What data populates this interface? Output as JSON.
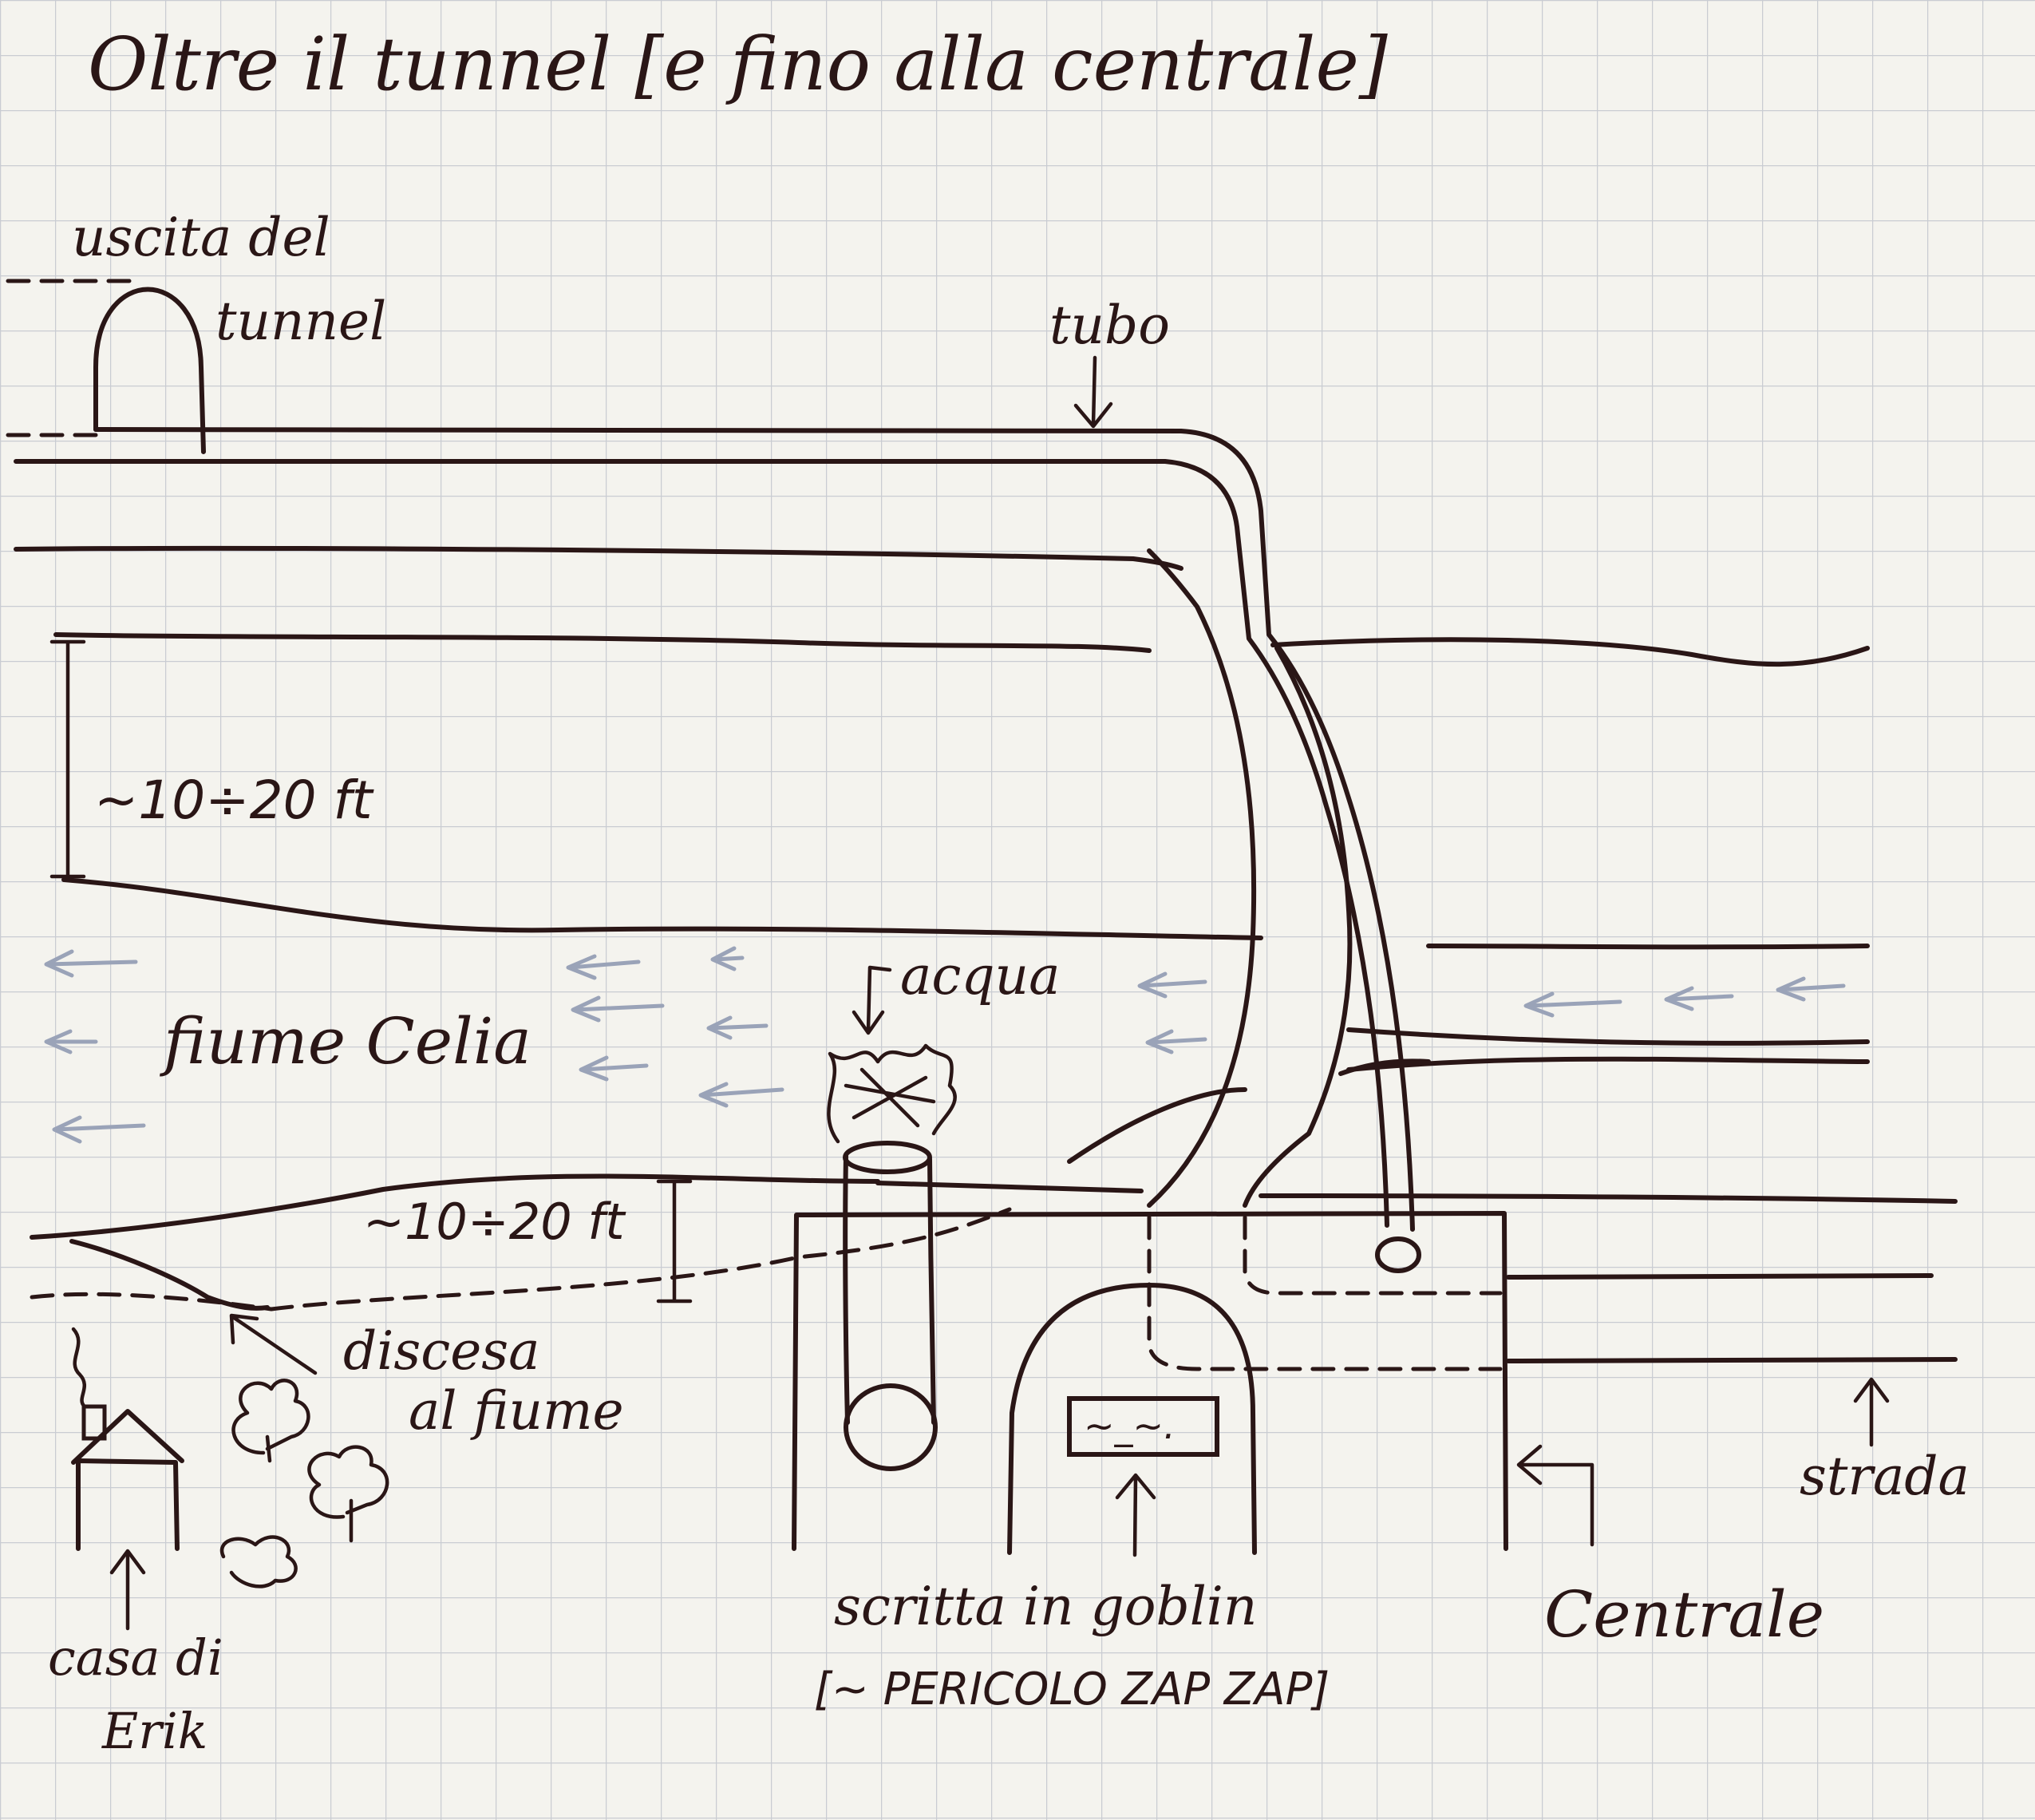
{
  "title": "Oltre il tunnel [e fino alla centrale]",
  "labels": {
    "tunnel_exit_line1": "uscita del",
    "tunnel_exit_line2": "tunnel",
    "pipe": "tubo",
    "depth_upper": "~10÷20 ft",
    "river": "fiume Celia",
    "water": "acqua",
    "depth_lower": "~10÷20 ft",
    "descent_line1": "discesa",
    "descent_line2": "al fiume",
    "house_line1": "casa di",
    "house_line2": "Erik",
    "sign_inner": "~_~.",
    "inscription_line1": "scritta in goblin",
    "inscription_line2": "[~ PERICOLO ZAP ZAP]",
    "road": "strada",
    "power_station": "Centrale"
  },
  "colors": {
    "paper": "#f4f3ee",
    "grid": "#c9ccd2",
    "ink": "#2a1616",
    "water_arrows": "#9aa3b8"
  }
}
